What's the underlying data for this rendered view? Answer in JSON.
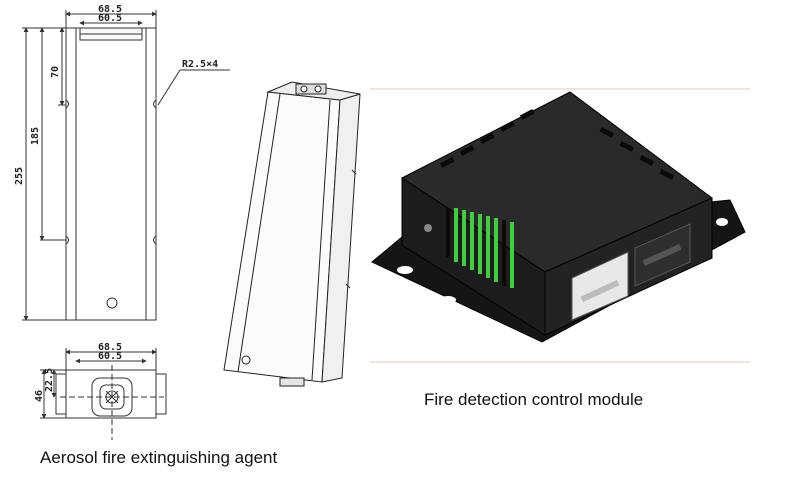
{
  "drawing": {
    "dims": {
      "top_outer_width": "68.5",
      "top_inner_width": "60.5",
      "overall_height": "255",
      "mid_height": "185",
      "top_offset": "70",
      "hole_spec": "R2.5×4",
      "bottom_outer_width": "68.5",
      "bottom_inner_width": "60.5",
      "bottom_depth": "46",
      "bottom_half_depth": "22.5"
    }
  },
  "captions": {
    "left": "Aerosol fire extinguishing agent",
    "right": "Fire detection control module"
  },
  "colors": {
    "line": "#333333",
    "module_body": "#1c1c1c",
    "led_green": "#3ecf3e",
    "rule": "#e8c9b4"
  }
}
